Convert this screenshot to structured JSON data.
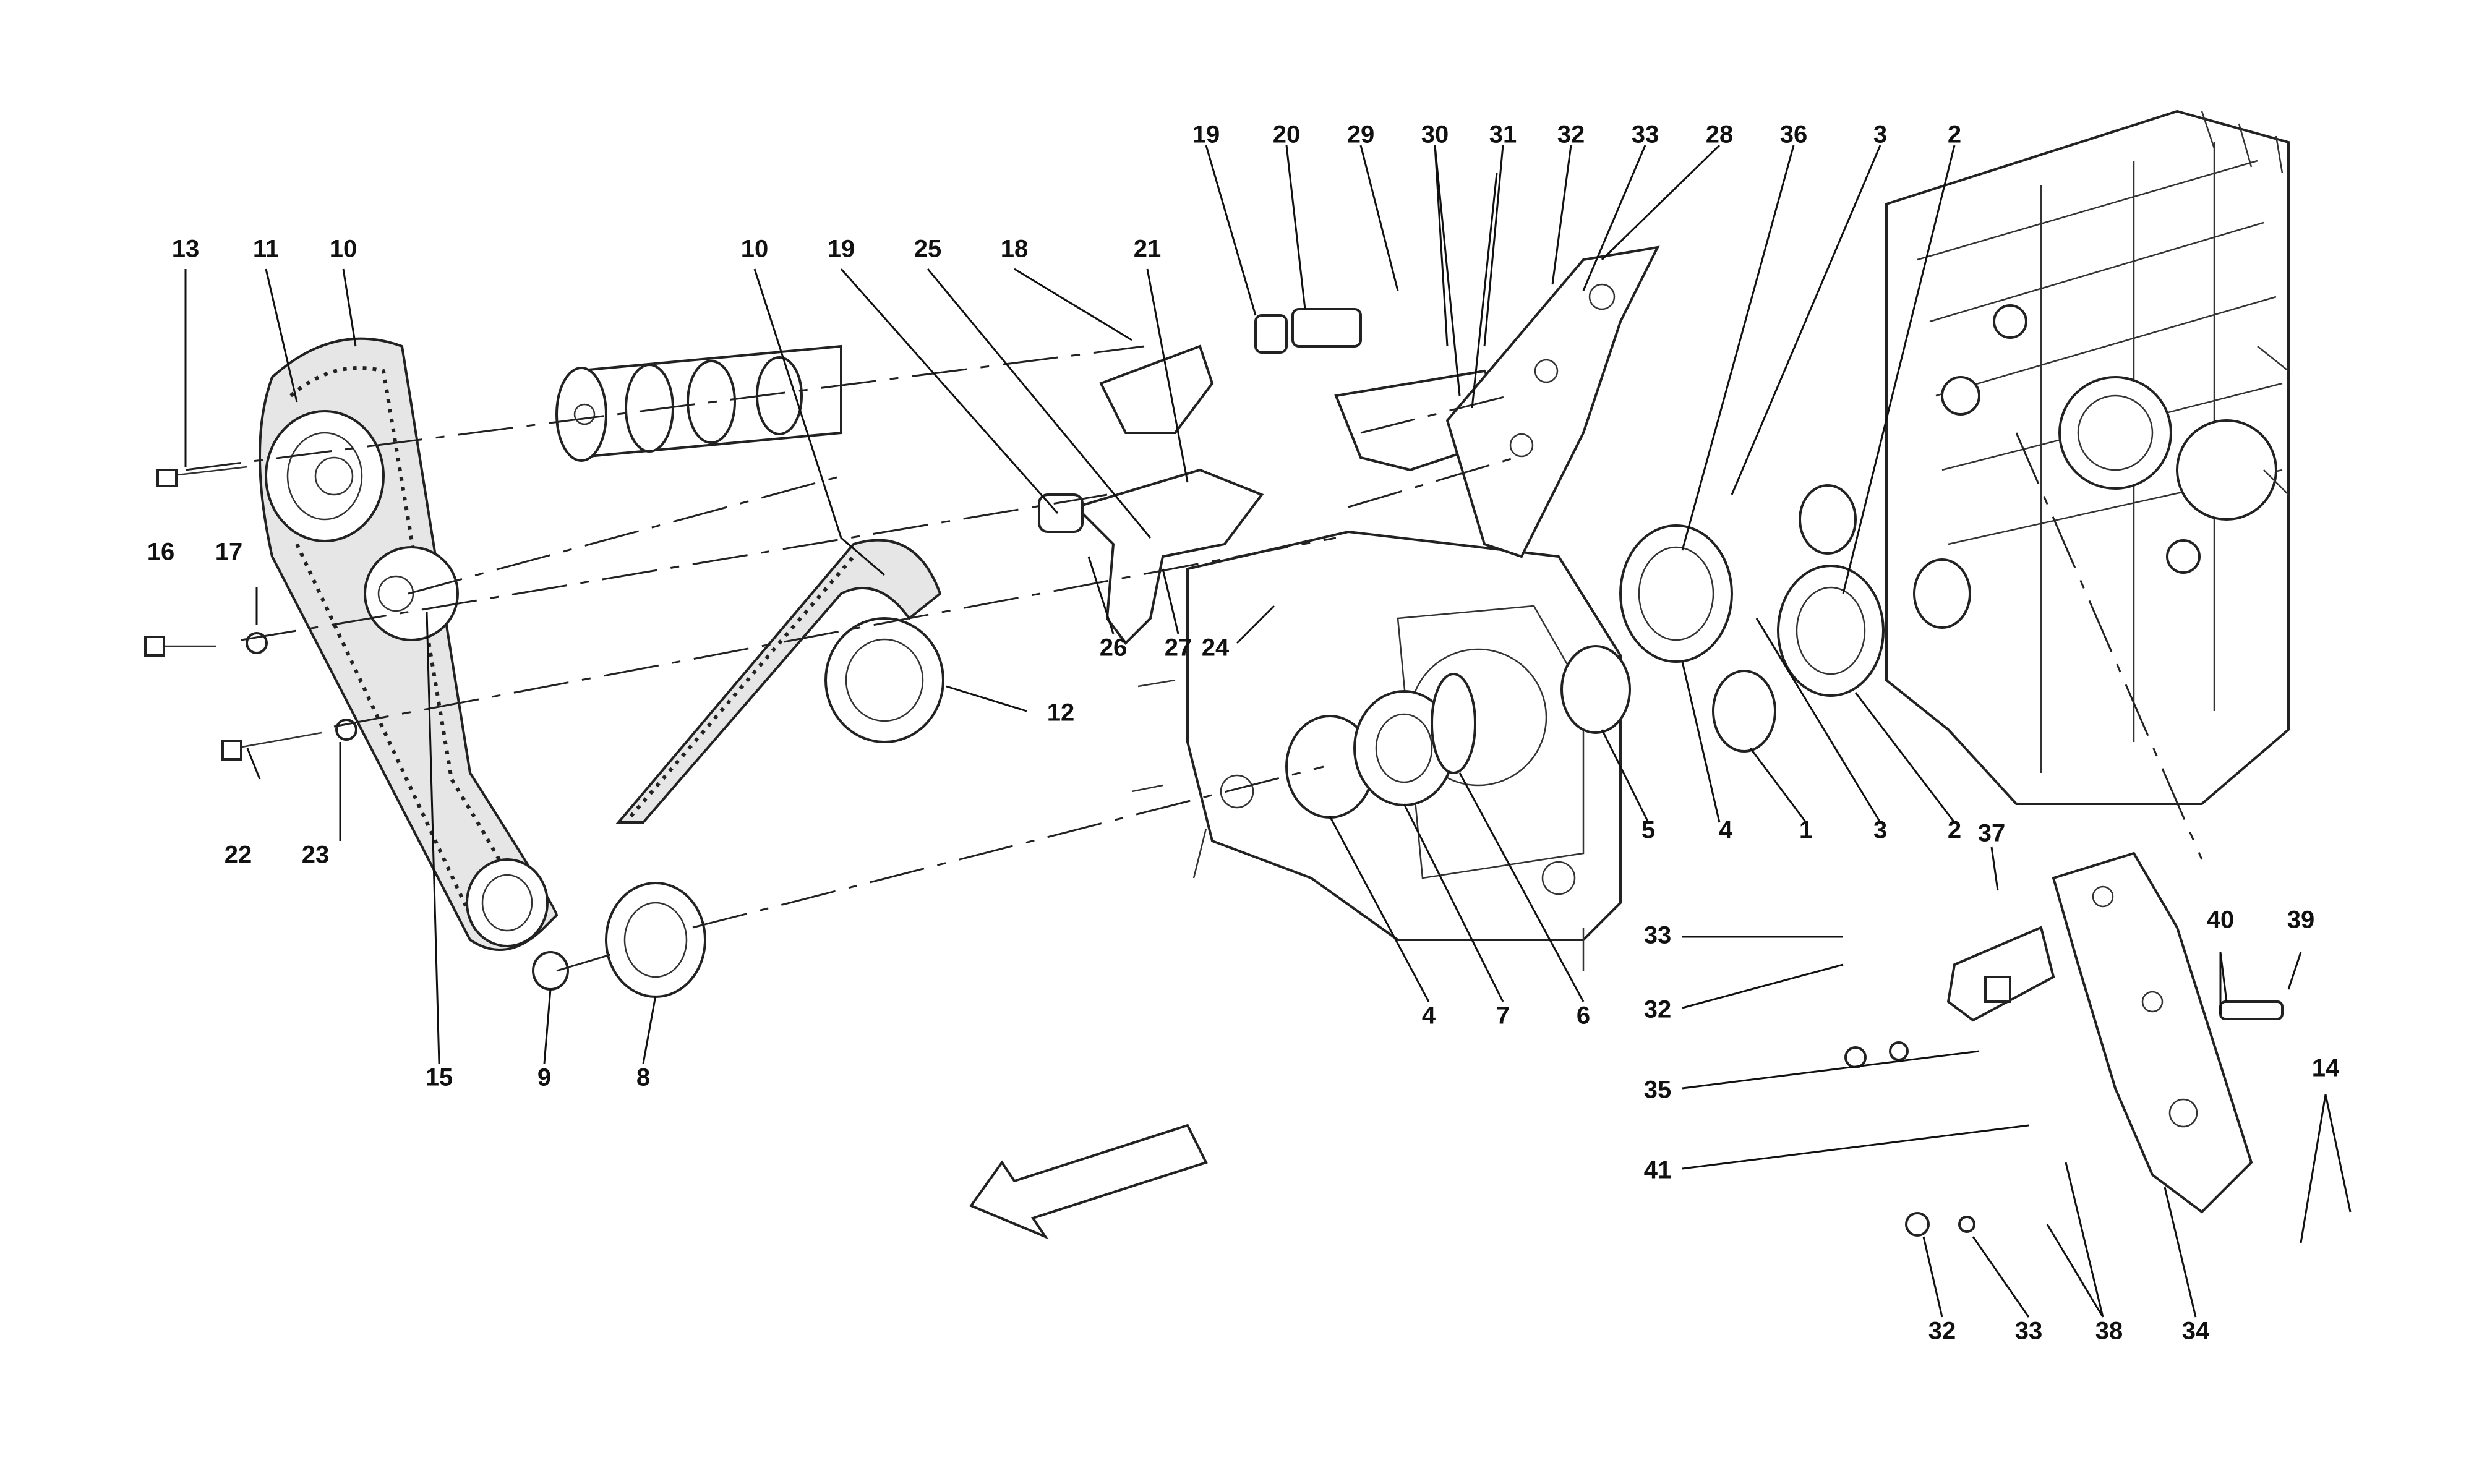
{
  "diagram": {
    "labels": [
      "13",
      "11",
      "10",
      "10",
      "19",
      "25",
      "18",
      "21",
      "19",
      "20",
      "29",
      "30",
      "31",
      "32",
      "33",
      "28",
      "36",
      "3",
      "2",
      "16",
      "17",
      "22",
      "23",
      "15",
      "9",
      "8",
      "12",
      "26",
      "27",
      "24",
      "4",
      "7",
      "6",
      "5",
      "4",
      "1",
      "3",
      "2",
      "37",
      "33",
      "32",
      "40",
      "39",
      "35",
      "41",
      "14",
      "32",
      "33",
      "38",
      "34"
    ]
  }
}
